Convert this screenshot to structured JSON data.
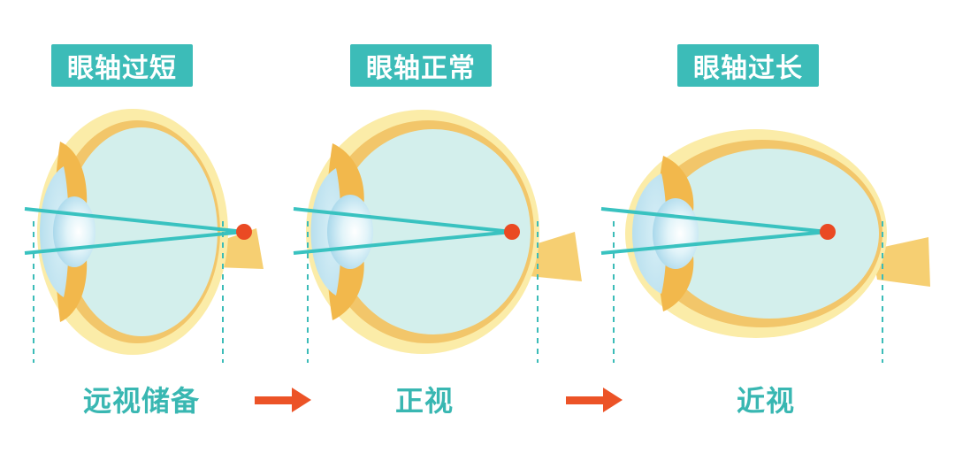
{
  "panels": [
    {
      "title": "眼轴过短",
      "caption": "远视储备"
    },
    {
      "title": "眼轴正常",
      "caption": "正视"
    },
    {
      "title": "眼轴过长",
      "caption": "近视"
    }
  ],
  "arrows": [
    "arrow",
    "arrow"
  ],
  "colors": {
    "badge": "#3cbcb8",
    "caption": "#39b7b2",
    "sclera_outer": "#fbeca8",
    "sclera_ring": "#f2c66a",
    "vitreous": "#d3efec",
    "lens": "#c4e6f1",
    "ray": "#39c2c0",
    "focal_point": "#ea4a23",
    "arrow": "#ec5327",
    "guide_line": "#3cbcb8"
  }
}
